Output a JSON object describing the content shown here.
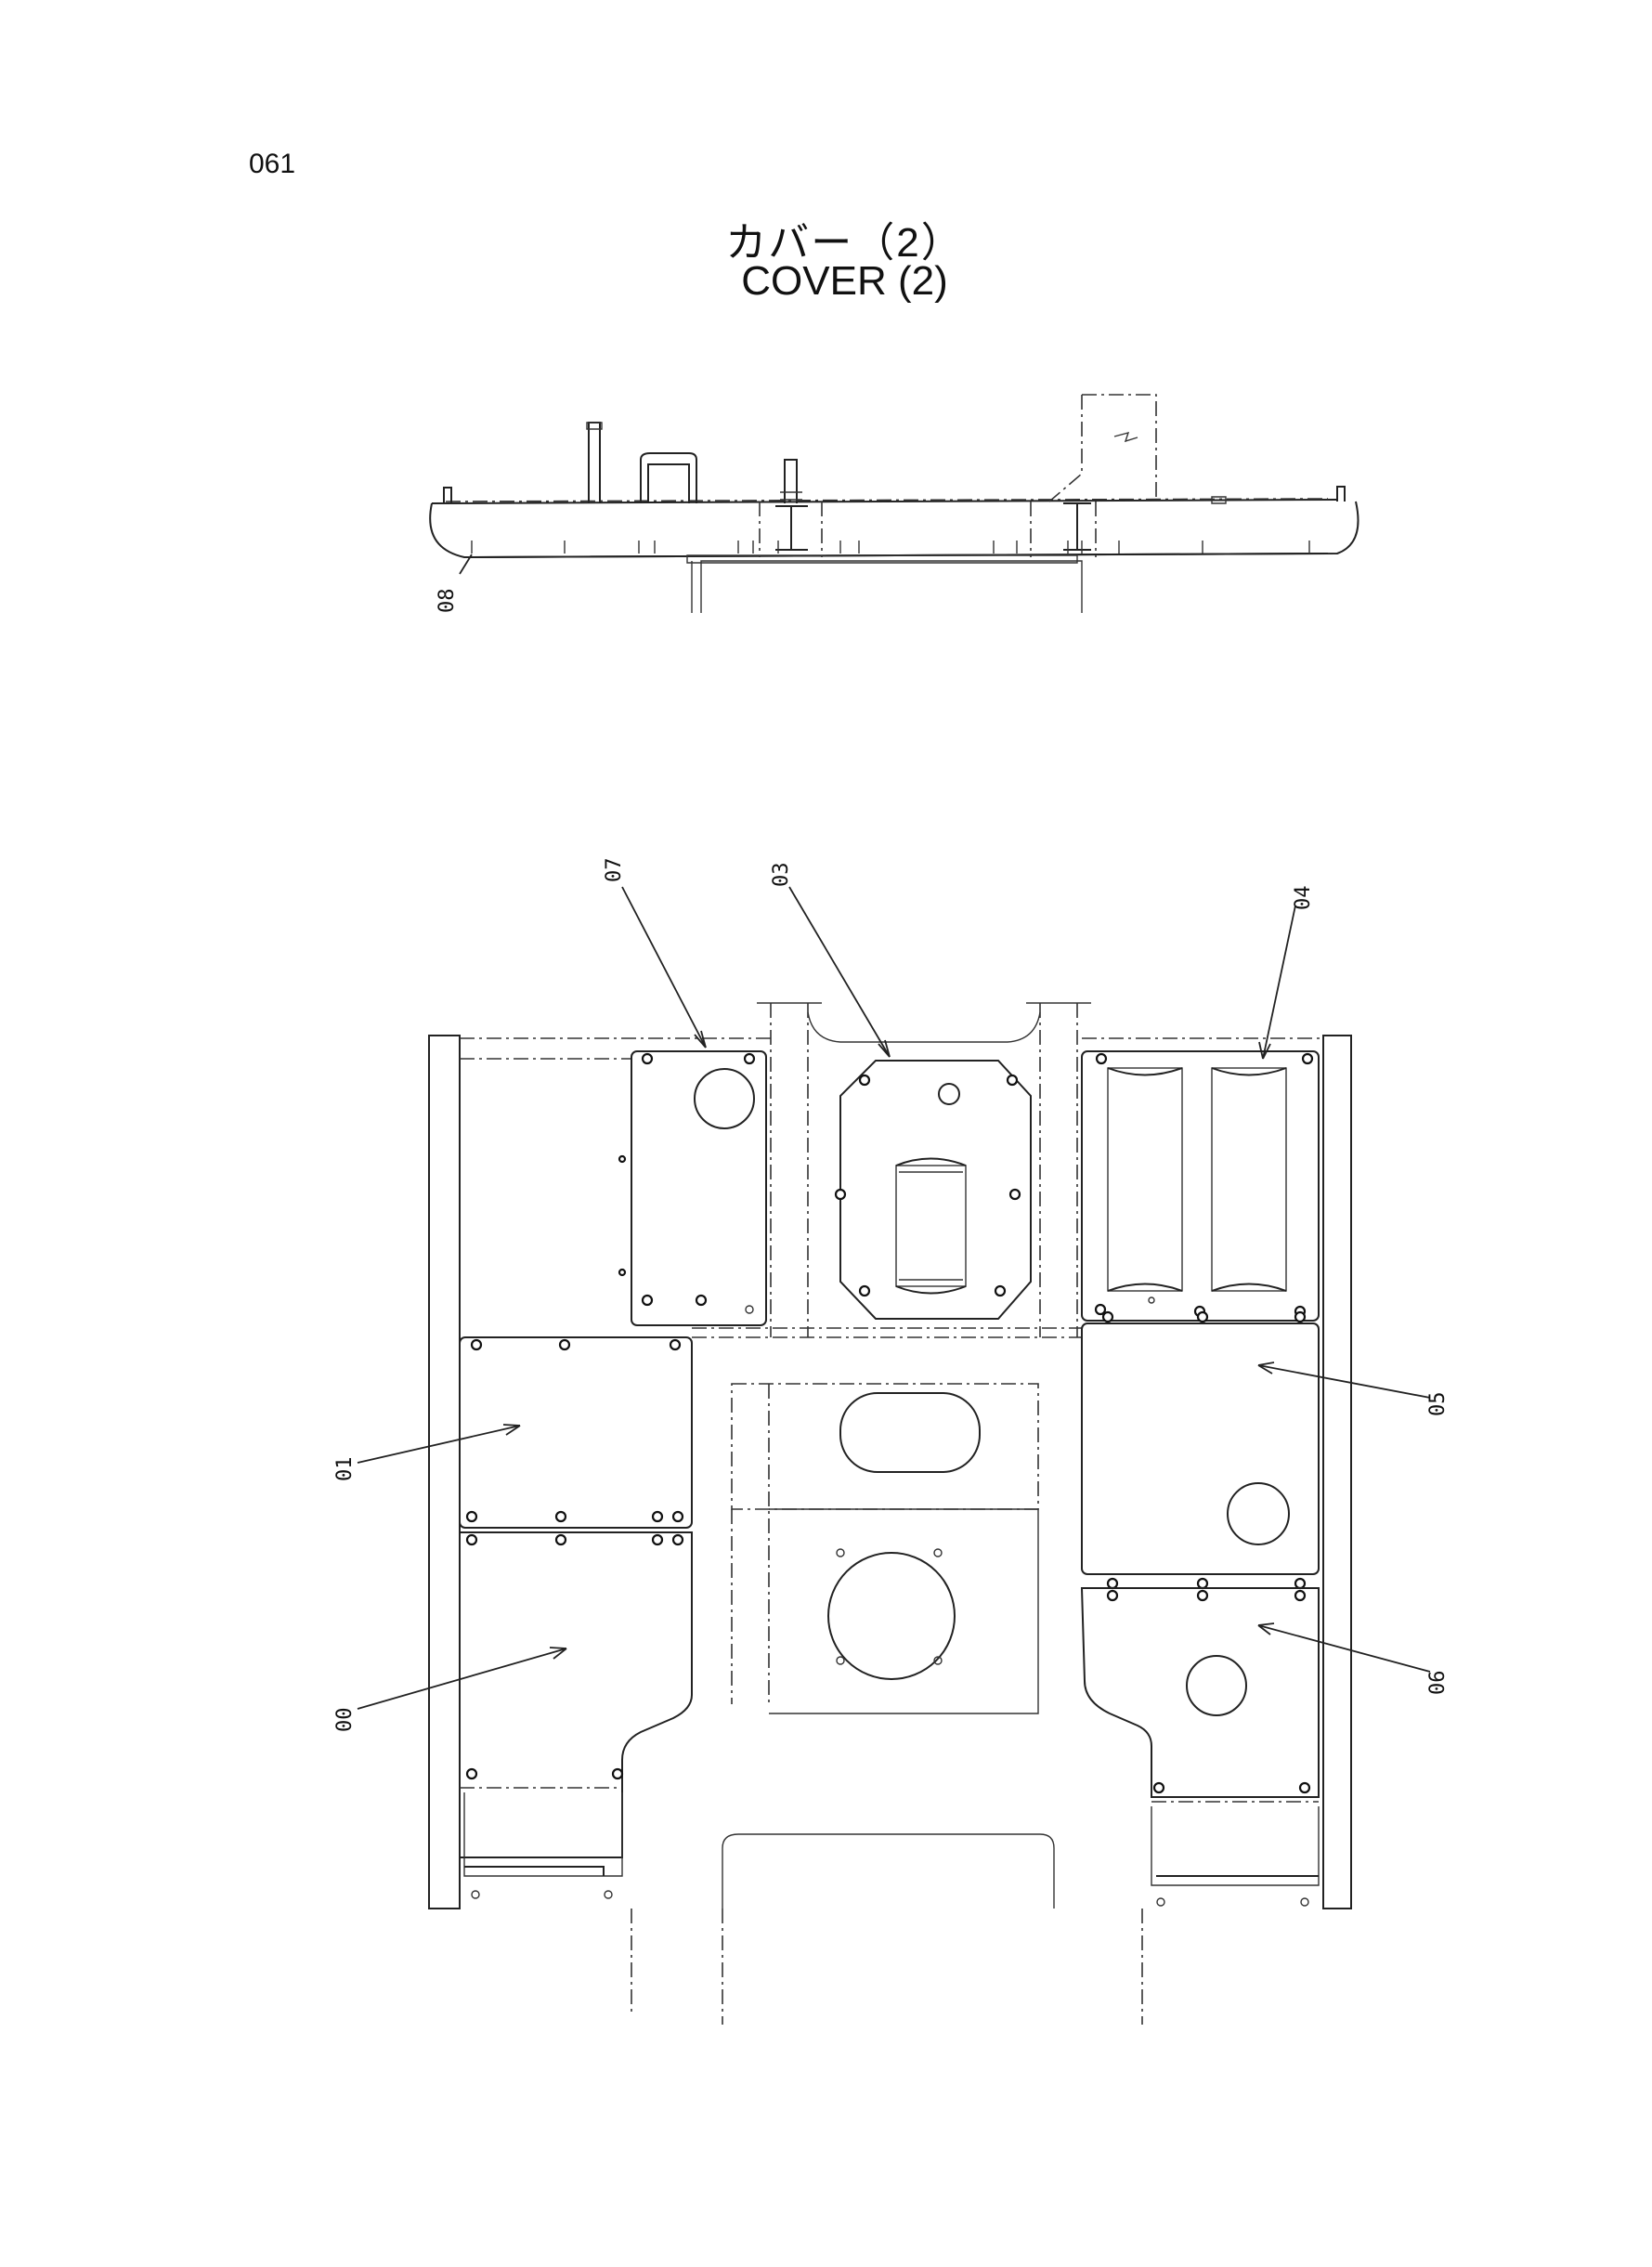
{
  "page": {
    "number": "061"
  },
  "title": {
    "japanese": "カバー（2）",
    "english": "COVER (2)"
  },
  "callouts": {
    "c00": "00",
    "c01": "01",
    "c03": "03",
    "c04": "04",
    "c05": "05",
    "c06": "06",
    "c07": "07",
    "c08": "08"
  }
}
